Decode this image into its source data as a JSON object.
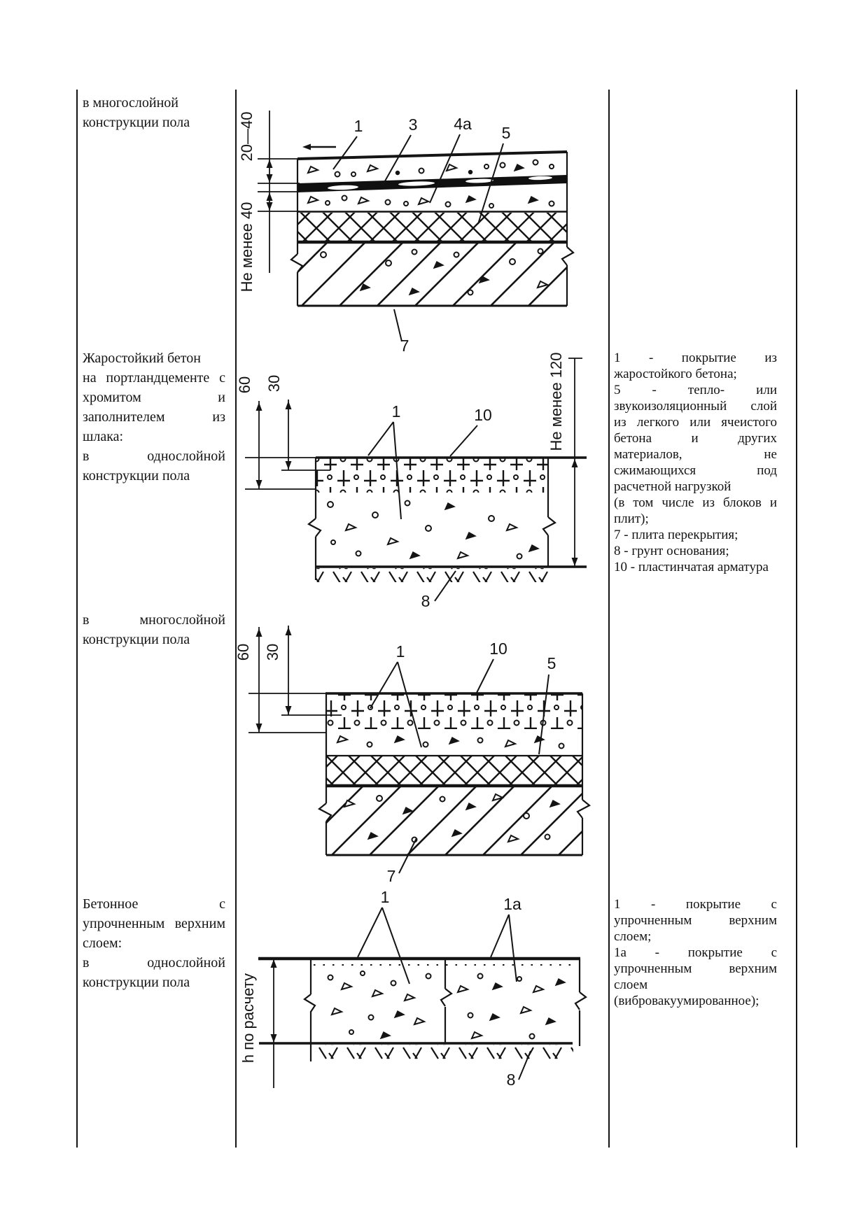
{
  "page": {
    "background": "#ffffff",
    "ink": "#141414"
  },
  "cells": {
    "r1_left": {
      "lines": [
        {
          "t": "в многослойной",
          "j": false
        },
        {
          "t": "конструкции пола",
          "j": false
        }
      ]
    },
    "r2_left": {
      "lines": [
        {
          "t": "Жаростойкий бетон",
          "j": false
        },
        {
          "t": "на портландцементе с",
          "j": true
        },
        {
          "t": "хромитом и",
          "j": true
        },
        {
          "t": "заполнителем из",
          "j": true
        },
        {
          "t": "шлака:",
          "j": false
        },
        {
          "t": "в однослойной",
          "j": true
        },
        {
          "t": "конструкции пола",
          "j": false
        }
      ]
    },
    "r2_right": {
      "lines": [
        {
          "t": "1 - покрытие из",
          "j": true
        },
        {
          "t": "жаростойкого бетона;",
          "j": false
        },
        {
          "t": "5 - тепло- или",
          "j": true
        },
        {
          "t": "звукоизоляционный слой",
          "j": true
        },
        {
          "t": "из легкого или ячеистого",
          "j": true
        },
        {
          "t": "бетона и других",
          "j": true
        },
        {
          "t": "материалов, не",
          "j": true
        },
        {
          "t": "сжимающихся под",
          "j": true
        },
        {
          "t": "расчетной нагрузкой",
          "j": false
        },
        {
          "t": "(в том числе из блоков и",
          "j": true
        },
        {
          "t": "плит);",
          "j": false
        },
        {
          "t": "7 - плита перекрытия;",
          "j": false
        },
        {
          "t": "8 - грунт основания;",
          "j": false
        },
        {
          "t": "10 - пластинчатая арматура",
          "j": false
        }
      ]
    },
    "r3_left": {
      "lines": [
        {
          "t": "в многослойной",
          "j": true
        },
        {
          "t": "конструкции пола",
          "j": false
        }
      ]
    },
    "r4_left": {
      "lines": [
        {
          "t": "Бетонное с",
          "j": true
        },
        {
          "t": "упрочненным верхним",
          "j": true
        },
        {
          "t": "слоем:",
          "j": false
        },
        {
          "t": "в однослойной",
          "j": true
        },
        {
          "t": "конструкции пола",
          "j": false
        }
      ]
    },
    "r4_right": {
      "lines": [
        {
          "t": "1 - покрытие с",
          "j": true
        },
        {
          "t": "упрочненным верхним",
          "j": true
        },
        {
          "t": "слоем;",
          "j": false
        },
        {
          "t": "1а - покрытие с",
          "j": true
        },
        {
          "t": "упрочненным верхним",
          "j": true
        },
        {
          "t": "слоем",
          "j": false
        },
        {
          "t": "(вибровакуумированное);",
          "j": false
        }
      ]
    }
  },
  "drawing1": {
    "dim_top": "20—40",
    "dim_bottom": "Не менее 40",
    "label_1": "1",
    "label_3": "3",
    "label_4a": "4а",
    "label_5": "5",
    "label_7": "7"
  },
  "drawing2": {
    "dim_60": "60",
    "dim_30": "30",
    "dim_right": "Не менее 120",
    "label_1": "1",
    "label_10": "10",
    "label_8": "8"
  },
  "drawing3": {
    "dim_60": "60",
    "dim_30": "30",
    "label_1": "1",
    "label_10": "10",
    "label_5": "5",
    "label_7": "7"
  },
  "drawing4": {
    "dim_h": "h по расчету",
    "label_1": "1",
    "label_1a": "1а",
    "label_8": "8"
  }
}
